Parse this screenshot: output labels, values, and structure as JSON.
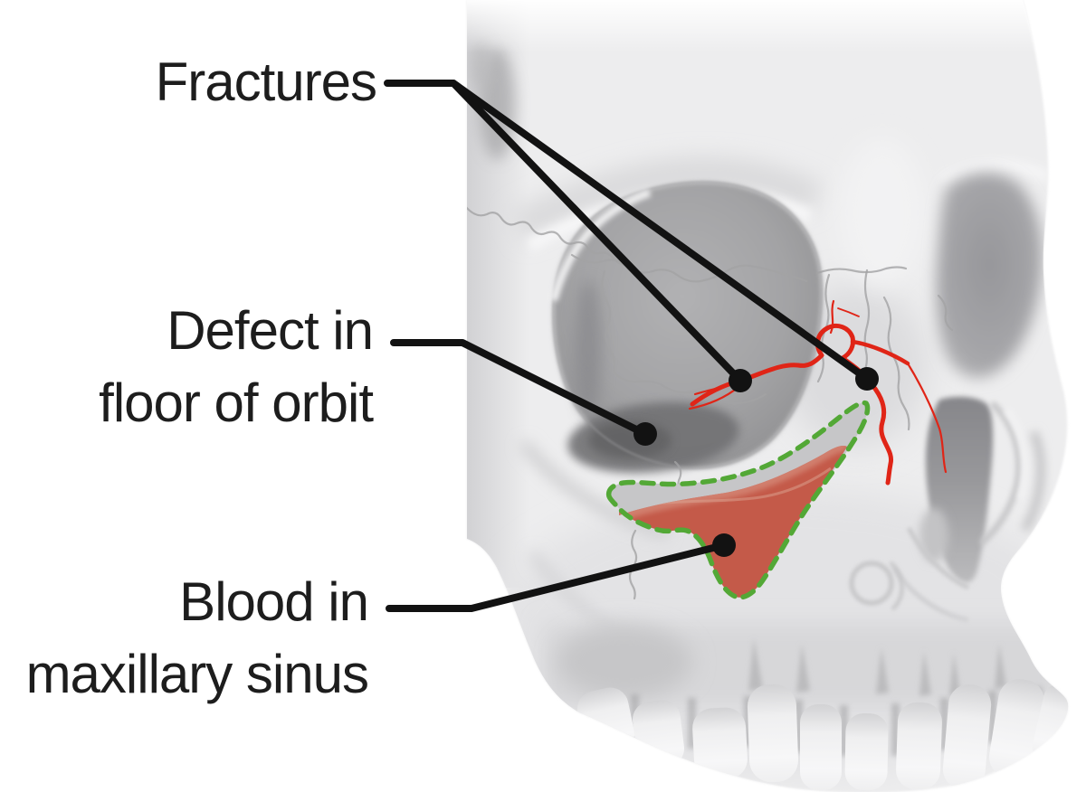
{
  "figure": {
    "alt": "Skull illustration showing fracture lines, a defect in the floor of the orbit, and blood collected in the maxillary sinus"
  },
  "labels": {
    "fractures": {
      "text": "Fractures"
    },
    "defect": {
      "line1": "Defect in",
      "line2": "floor of orbit"
    },
    "blood": {
      "line1": "Blood in",
      "line2": "maxillary sinus"
    }
  },
  "colors": {
    "label_text": "#1d1d1d",
    "leader_black": "#121212",
    "fracture_red": "#e02517",
    "sinus_outline_green": "#53a836",
    "blood_fill": "#c45a49",
    "blood_light": "#d78f7e",
    "sinus_cavity_grey": "#c6c6c8",
    "bone_grey": "#ededee"
  }
}
